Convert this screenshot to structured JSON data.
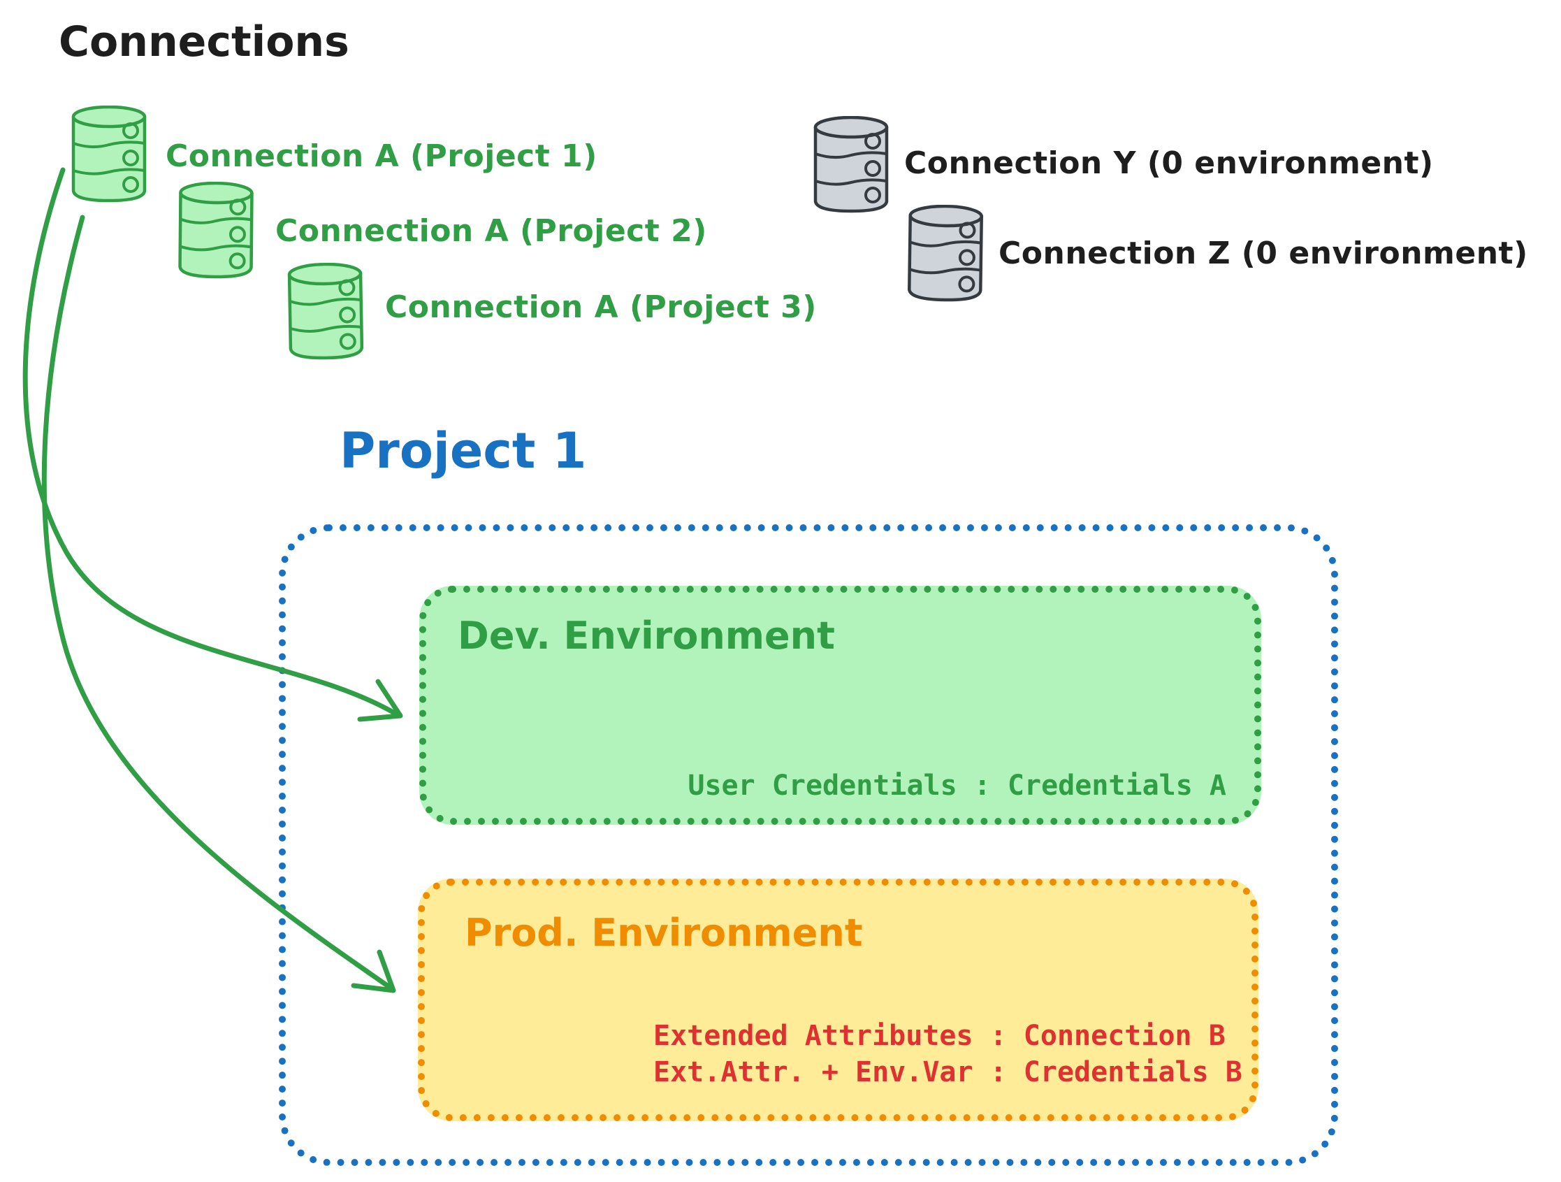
{
  "title": "Connections",
  "colors": {
    "green": "#2f9e44",
    "green_fill": "#b2f2bb",
    "gray": "#343a40",
    "gray_fill": "#ced4da",
    "blue": "#1971c2",
    "orange": "#f08c00",
    "orange_fill": "#ffec99",
    "red": "#e03131",
    "ink": "#1e1e1e"
  },
  "connections": {
    "project_a": [
      {
        "label": "Connection A (Project 1)",
        "icon": "database-icon",
        "color": "green"
      },
      {
        "label": "Connection A (Project 2)",
        "icon": "database-icon",
        "color": "green"
      },
      {
        "label": "Connection A (Project 3)",
        "icon": "database-icon",
        "color": "green"
      }
    ],
    "unassigned": [
      {
        "label": "Connection Y (0 environment)",
        "icon": "database-icon",
        "color": "gray"
      },
      {
        "label": "Connection Z (0 environment)",
        "icon": "database-icon",
        "color": "gray"
      }
    ]
  },
  "project": {
    "title": "Project 1",
    "environments": [
      {
        "name": "Dev. Environment",
        "details": [
          "User Credentials : Credentials A"
        ]
      },
      {
        "name": "Prod. Environment",
        "details": [
          "Extended Attributes : Connection B",
          "Ext.Attr. + Env.Var : Credentials B"
        ]
      }
    ]
  }
}
